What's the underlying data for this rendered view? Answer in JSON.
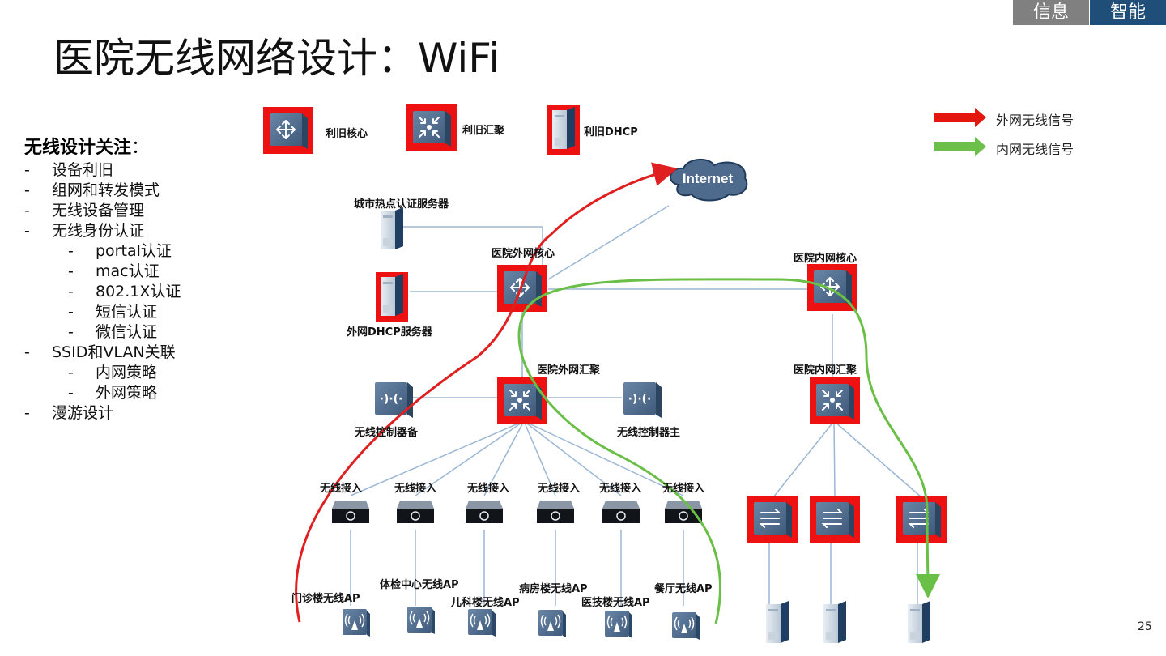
{
  "header": {
    "tags": [
      "信息",
      "智能"
    ],
    "title": "医院无线网络设计：WiFi"
  },
  "colors": {
    "tag_gray": "#808080",
    "tag_blue": "#1f4e79",
    "highlight_red": "#ee1111",
    "device_blue": "#4d6b8c",
    "link_line": "#9bb7d4",
    "outer_signal": "#e02020",
    "inner_signal": "#6abf47"
  },
  "sidebar": {
    "heading": "无线设计关注",
    "heading_colon": "：",
    "items": [
      {
        "level": 1,
        "text": "设备利旧"
      },
      {
        "level": 1,
        "text": "组网和转发模式"
      },
      {
        "level": 1,
        "text": "无线设备管理"
      },
      {
        "level": 1,
        "text": "无线身份认证"
      },
      {
        "level": 2,
        "text": "portal认证"
      },
      {
        "level": 2,
        "text": "mac认证"
      },
      {
        "level": 2,
        "text": "802.1X认证"
      },
      {
        "level": 2,
        "text": "短信认证"
      },
      {
        "level": 2,
        "text": "微信认证"
      },
      {
        "level": 1,
        "text": "SSID和VLAN关联"
      },
      {
        "level": 2,
        "text": "内网策略"
      },
      {
        "level": 2,
        "text": "外网策略"
      },
      {
        "level": 1,
        "text": "漫游设计"
      }
    ]
  },
  "legend": {
    "outer": "外网无线信号",
    "inner": "内网无线信号"
  },
  "diagram": {
    "reuse": {
      "core": "利旧核心",
      "aggregation": "利旧汇聚",
      "dhcp": "利旧DHCP"
    },
    "internet": "Internet",
    "city_auth_server": "城市热点认证服务器",
    "outer_core": "医院外网核心",
    "outer_dhcp": "外网DHCP服务器",
    "inner_core": "医院内网核心",
    "outer_aggregation": "医院外网汇聚",
    "inner_aggregation": "医院内网汇聚",
    "wlc_backup": "无线控制器备",
    "wlc_primary": "无线控制器主",
    "access_label": "无线接入",
    "access_count": 6,
    "aps": [
      "门诊楼无线AP",
      "体检中心无线AP",
      "儿科楼无线AP",
      "病房楼无线AP",
      "医技楼无线AP",
      "餐厅无线AP"
    ],
    "inner_access_switch_count": 3,
    "inner_server_count": 3
  },
  "footer": {
    "page_number": "25"
  }
}
